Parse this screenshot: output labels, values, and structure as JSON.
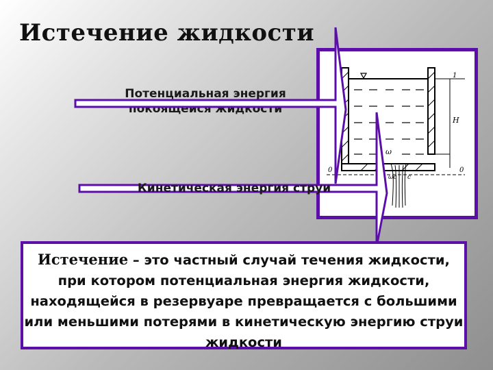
{
  "slide": {
    "title": "Истечение жидкости",
    "potential_label_line1": "Потенциальная энергия",
    "potential_label_line2": "покоящейся жидкости",
    "kinetic_label": "Кинетическая энергия струи",
    "definition_term": "Истечение",
    "definition_dash": " – ",
    "definition_text": "это частный случай течения жидкости, при котором потенциальная энергия жидкости, находящейся в резервуаре превращается  с большими или меньшими потерями в кинетическую энергию струи жидкости"
  },
  "diagram": {
    "label_free_surface": "1",
    "label_head": "H",
    "label_area": "ω",
    "label_jet_area": "ωc",
    "label_left_datum": "0",
    "label_right_datum": "0",
    "label_c_left": "c",
    "label_c_right": "c"
  },
  "colors": {
    "accent": "#5b0fa8",
    "arrow_fill": "#ffffff"
  }
}
